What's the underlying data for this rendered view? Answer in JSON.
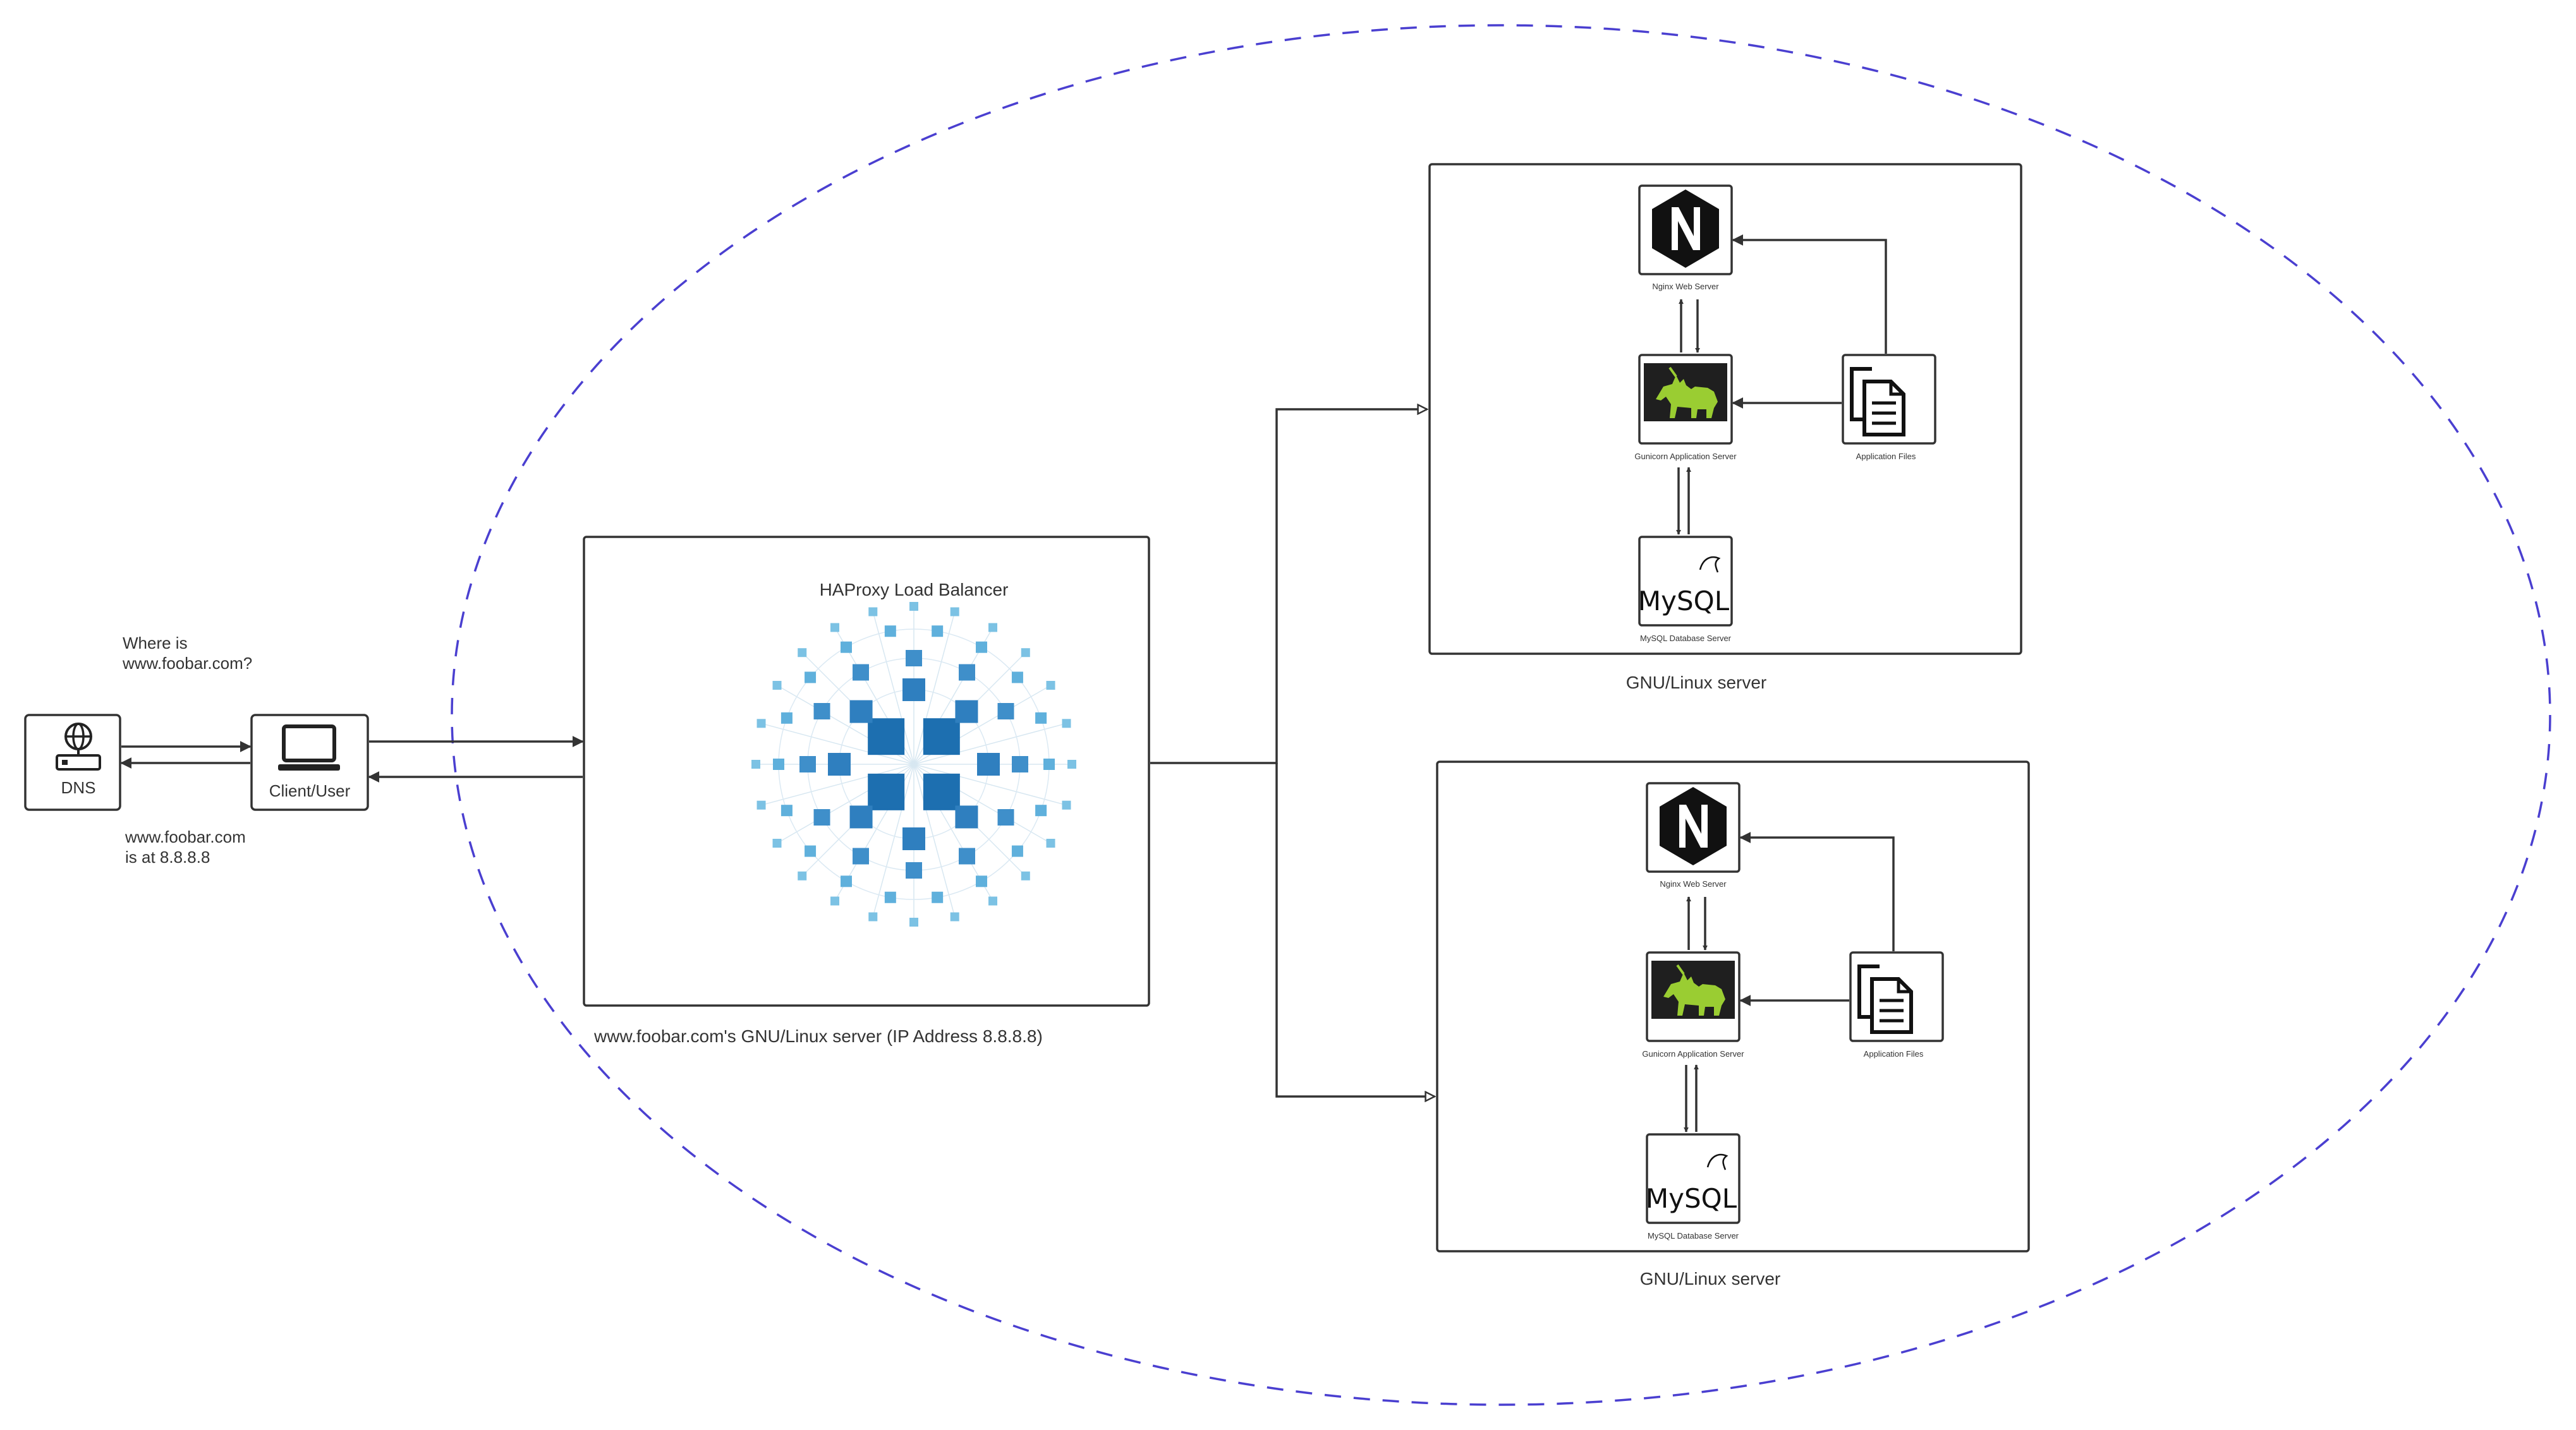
{
  "dns": {
    "label": "DNS"
  },
  "client": {
    "label": "Client/User"
  },
  "notes": {
    "query_line1": "Where is",
    "query_line2": "www.foobar.com?",
    "answer_line1": "www.foobar.com",
    "answer_line2": "is at 8.8.8.8"
  },
  "load_balancer": {
    "title": "HAProxy Load Balancer",
    "caption": "www.foobar.com's GNU/Linux server (IP Address 8.8.8.8)"
  },
  "servers": [
    {
      "caption": "GNU/Linux server",
      "nginx": "Nginx Web Server",
      "gunicorn": "Gunicorn Application Server",
      "files": "Application Files",
      "mysql": "MySQL Database Server",
      "mysql_logo": "MySQL"
    },
    {
      "caption": "GNU/Linux server",
      "nginx": "Nginx Web Server",
      "gunicorn": "Gunicorn Application Server",
      "files": "Application Files",
      "mysql": "MySQL Database Server",
      "mysql_logo": "MySQL"
    }
  ],
  "colors": {
    "boundary": "#4a3fd0",
    "line": "#333333",
    "gunicorn_bg": "#1f1f1f",
    "gunicorn_fg": "#9acd32",
    "haproxy_dark": "#1d6fb0",
    "haproxy_light": "#5fb0dc"
  }
}
